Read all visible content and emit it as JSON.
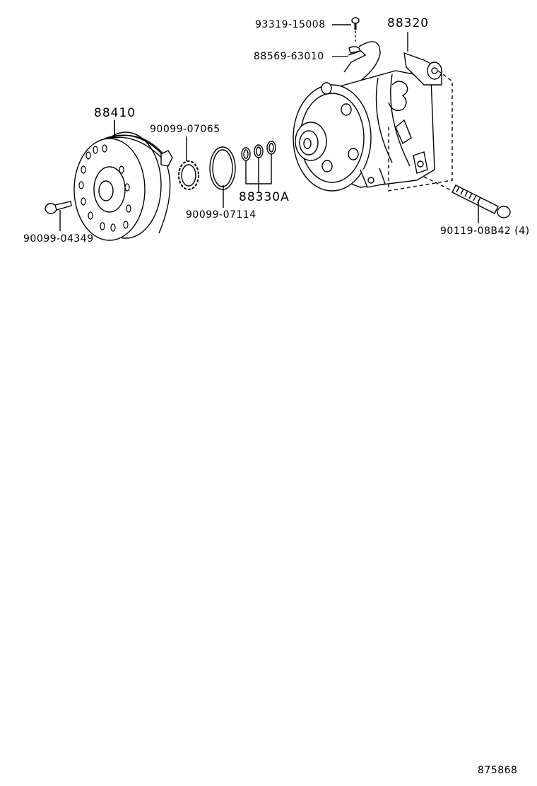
{
  "diagram": {
    "type": "exploded-parts-diagram",
    "subject": "A/C compressor and magnetic clutch",
    "figure_number": "875868",
    "parts": [
      {
        "id": "p1",
        "number": "93319-15008",
        "desc": "screw"
      },
      {
        "id": "p2",
        "number": "88320",
        "desc": "compressor assembly"
      },
      {
        "id": "p3",
        "number": "88569-63010",
        "desc": "wire harness clamp"
      },
      {
        "id": "p4",
        "number": "88410",
        "desc": "magnetic clutch pulley"
      },
      {
        "id": "p5",
        "number": "90099-07065",
        "desc": "shim / spacer"
      },
      {
        "id": "p6",
        "number": "90099-07114",
        "desc": "snap ring"
      },
      {
        "id": "p7",
        "number": "88330A",
        "desc": "shim set"
      },
      {
        "id": "p8",
        "number": "90099-04349",
        "desc": "bolt"
      },
      {
        "id": "p9",
        "number": "90119-08B42 (4)",
        "desc": "bolt (qty 4)"
      }
    ]
  }
}
